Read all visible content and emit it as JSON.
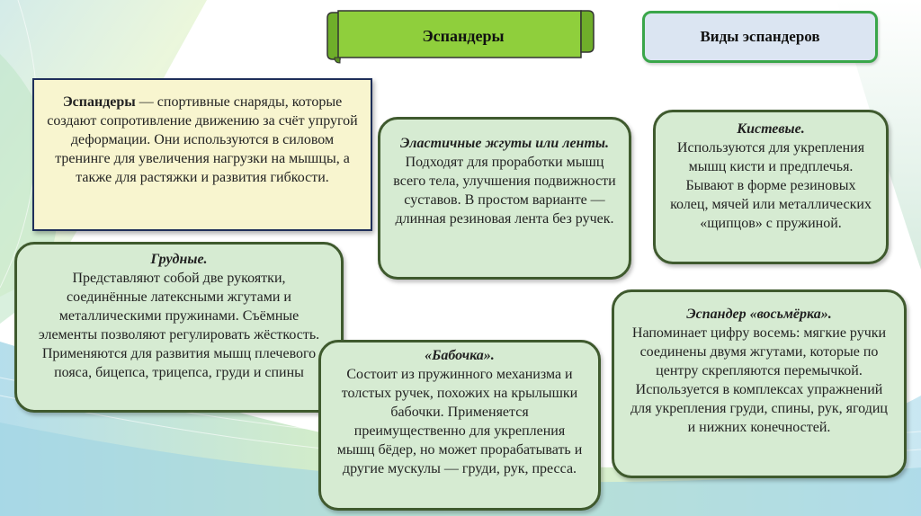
{
  "banner": {
    "title": "Эспандеры"
  },
  "kinds_header": {
    "label": "Виды эспандеров"
  },
  "definition": {
    "term": "Эспандеры",
    "text": " — спортивные снаряды, которые создают сопротивление движению за счёт упругой деформации. Они используются в силовом тренинге для увеличения нагрузки на мышцы, а также для растяжки и развития гибкости."
  },
  "cards": {
    "elastic": {
      "title": "Эластичные жгуты или ленты.",
      "text": "Подходят для проработки мышц всего тела, улучшения подвижности суставов. В простом варианте — длинная резиновая лента без ручек."
    },
    "wrist": {
      "title": "Кистевые.",
      "text": "Используются для укрепления мышц кисти и предплечья. Бывают в форме резиновых колец, мячей или металлических «щипцов» с пружиной."
    },
    "chest": {
      "title": "Грудные.",
      "text": "Представляют собой две рукоятки, соединённые латексными жгутами и металлическими пружинами. Съёмные элементы позволяют регулировать жёсткость. Применяются для развития мышц плечевого пояса, бицепса, трицепса, груди и спины"
    },
    "butterfly": {
      "title": "«Бабочка».",
      "text": "Состоит из пружинного механизма и толстых ручек, похожих на крылышки бабочки. Применяется преимущественно для укрепления мышц бёдер, но может прорабатывать и другие мускулы — груди, рук, пресса."
    },
    "eight": {
      "title": "Эспандер «восьмёрка».",
      "text": "Напоминает цифру восемь: мягкие ручки соединены двумя жгутами, которые по центру скрепляются перемычкой. Используется в комплексах упражнений для укрепления груди, спины, рук, ягодиц и нижних конечностей."
    }
  },
  "colors": {
    "card_fill": "#d6ebd2",
    "card_border": "#3f5a2e",
    "banner_fill": "#8fcf3c",
    "definition_fill": "#f8f5cf",
    "kinds_fill": "#dbe5f2",
    "kinds_border": "#3aa64a"
  }
}
